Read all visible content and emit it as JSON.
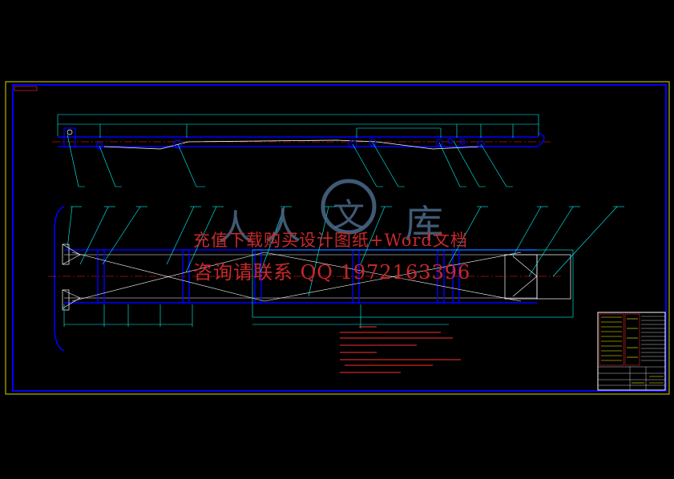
{
  "watermark": {
    "line1": "充值下载购买设计图纸+Word文档",
    "line2": "咨询请联系  QQ 1972163396"
  },
  "logo": {
    "chars": [
      "人",
      "人",
      "文",
      "库"
    ]
  },
  "colors": {
    "background": "#000000",
    "frame": "#0000ff",
    "outline": "#ffffff",
    "centerline": "#ff2020",
    "dimension": "#00ffff",
    "notes": "#ff3030",
    "title_block": "#ffff00",
    "watermark": "#c8282a",
    "logo": "#4a6a8a"
  }
}
